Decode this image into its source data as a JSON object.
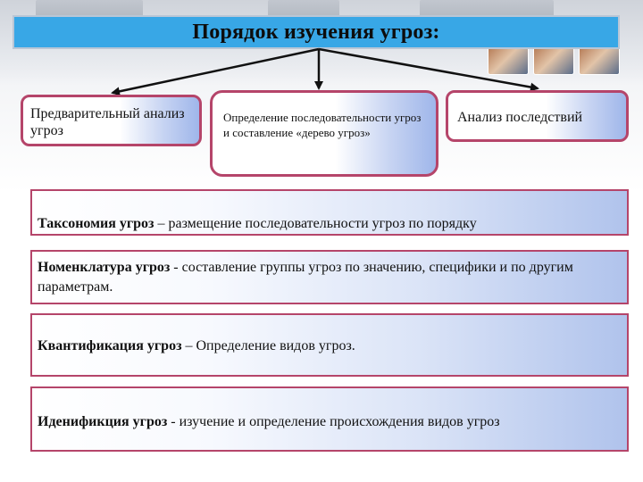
{
  "title": "Порядок изучения угроз:",
  "colors": {
    "title_fill": "#38a7e6",
    "box_border": "#b5456a",
    "box_gradient_end": "#9fb6ea"
  },
  "nodes": [
    {
      "text": "Предварительный анализ угроз"
    },
    {
      "text": "Определение последовательности угроз и составление «дерево угроз»"
    },
    {
      "text": "Анализ  последствий"
    }
  ],
  "definitions": [
    {
      "term": "Таксономия угроз",
      "text": " – размещение последовательности  угроз по  порядку"
    },
    {
      "term": "Номенклатура угроз",
      "text": " -  составление группы угроз по значению, специфики и по другим параметрам."
    },
    {
      "term": "Квантификация угроз",
      "text": " – Определение видов угроз."
    },
    {
      "term": "Иденификция угроз",
      "text": " -  изучение и определение происхождения видов угроз"
    }
  ]
}
